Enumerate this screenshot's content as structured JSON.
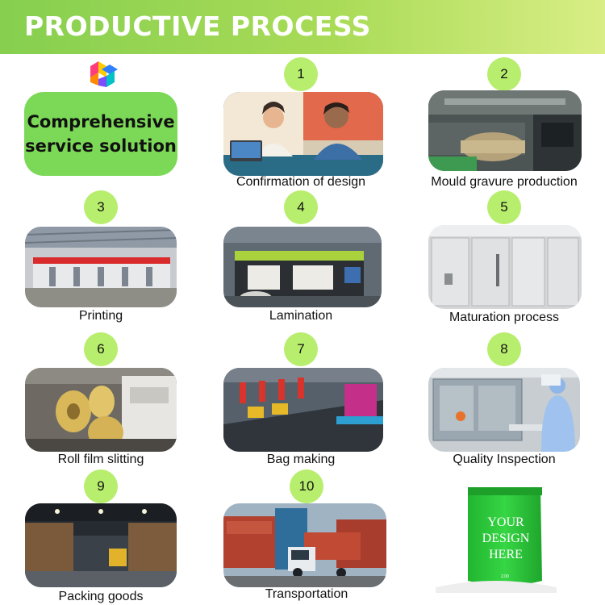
{
  "header": {
    "title": "PRODUCTIVE PROCESS"
  },
  "service": {
    "label": "Comprehensive service solution"
  },
  "steps": [
    {
      "number": "1",
      "caption": "Confirmation of design",
      "image_icon": "design-meeting-image"
    },
    {
      "number": "2",
      "caption": "Mould gravure production",
      "image_icon": "gravure-machine-image"
    },
    {
      "number": "3",
      "caption": "Printing",
      "image_icon": "printing-line-image"
    },
    {
      "number": "4",
      "caption": "Lamination",
      "image_icon": "lamination-machine-image"
    },
    {
      "number": "5",
      "caption": "Maturation process",
      "image_icon": "curing-room-image"
    },
    {
      "number": "6",
      "caption": "Roll film slitting",
      "image_icon": "slitting-machine-image"
    },
    {
      "number": "7",
      "caption": "Bag making",
      "image_icon": "bag-making-machine-image"
    },
    {
      "number": "8",
      "caption": "Quality Inspection",
      "image_icon": "inspection-lab-image"
    },
    {
      "number": "9",
      "caption": "Packing goods",
      "image_icon": "warehouse-image"
    },
    {
      "number": "10",
      "caption": "Transportation",
      "image_icon": "container-truck-image"
    }
  ],
  "bag": {
    "text": "YOUR DESIGN HERE"
  },
  "colors": {
    "header_start": "#86cf4f",
    "header_end": "#d9ee86",
    "service_box": "#7cd957",
    "number_circle": "#b8ee6e",
    "bag": "#2ecb3a"
  }
}
